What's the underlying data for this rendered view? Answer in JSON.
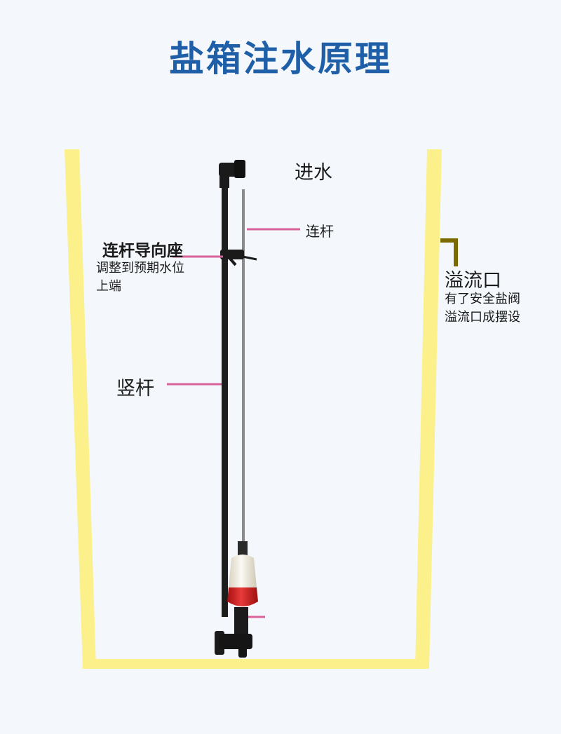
{
  "title": "盐箱注水原理",
  "labels": {
    "inlet": "进水",
    "link_rod": "连杆",
    "guide_seat": "连杆导向座",
    "guide_seat_desc_1": "调整到预期水位",
    "guide_seat_desc_2": "上端",
    "vertical_rod": "竖杆",
    "overflow": "溢流口",
    "overflow_desc_1": "有了安全盐阀",
    "overflow_desc_2": "溢流口成摆设"
  },
  "colors": {
    "title": "#1f5fa8",
    "tank_wall": "#fbf08a",
    "pointer": "#d9629a",
    "overflow_pipe": "#7a6a00",
    "float_top": "#f1ede0",
    "float_bottom": "#d41f1f"
  }
}
